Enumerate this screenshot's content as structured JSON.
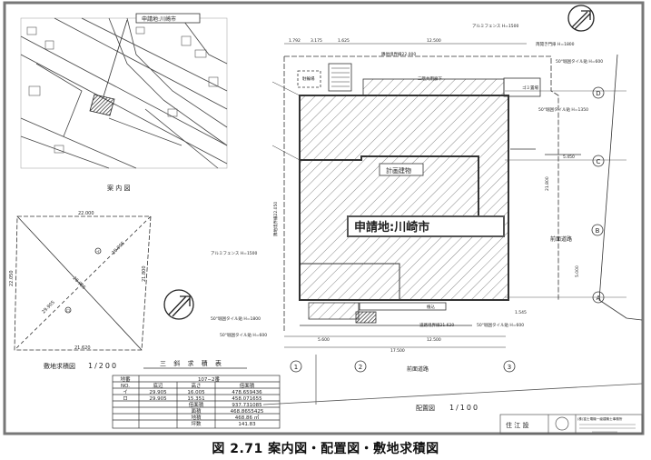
{
  "caption": "図 2.71 案内図・配置図・敷地求積図",
  "guide_map": {
    "site_label": "申請地:川崎市",
    "title": "案 内 図"
  },
  "site_area_drawing": {
    "title": "敷地求積図",
    "scale": "1/200",
    "dims": {
      "top": "22.000",
      "bottom": "21.620",
      "left": "22.050",
      "right": "21.800",
      "diag1": "28.905",
      "diag2": "29.905"
    },
    "markers": [
      "イ",
      "ロ"
    ]
  },
  "area_table": {
    "title": "三 斜 求 積 表",
    "lot_label": "地番",
    "lot_value": "107−2番",
    "headers": [
      "NO.",
      "底辺",
      "高さ",
      "倍面積"
    ],
    "rows": [
      [
        "イ",
        "29.905",
        "16.005",
        "478.659436"
      ],
      [
        "ロ",
        "29.905",
        "15.351",
        "458.071655"
      ]
    ],
    "totals": [
      {
        "label": "倍面積",
        "value": "937.731085"
      },
      {
        "label": "面積",
        "value": "468.8655425"
      },
      {
        "label": "地積",
        "value": "468.86 ㎡"
      },
      {
        "label": "坪数",
        "value": "141.83"
      }
    ]
  },
  "site_plan": {
    "title": "配置図",
    "scale": "1/100",
    "applicant_label": "申請地:川崎市",
    "building_label": "計画建物",
    "road_label": "前面道路",
    "notes": {
      "fence": "アルミフェンス H=1500",
      "fence_left": "アルミフェンス H=1500",
      "neighbor_boundary": "隣地境界線22.000",
      "gate": "両開き門扉 H=1800",
      "tile1": "50°堀囲タイル貼 H=600",
      "tile2": "50°堀囲タイル貼 H=1350",
      "tile3": "50°堀囲タイル貼 H=1800",
      "tile4": "50°堀囲タイル貼 H=600",
      "tile5": "50°堀囲タイル貼 H=600",
      "road_boundary": "道路境界線21.620",
      "left_boundary": "隣地境界線22.050",
      "garbage": "ゴミ置場",
      "bike": "駐輪場",
      "planting": "植込",
      "second_floor": "二階共用廊下"
    },
    "dims": {
      "d1": "1.792",
      "d2": "3.175",
      "d3": "1.625",
      "d4": "12.500",
      "b1": "5.600",
      "b2": "12.500",
      "b3": "17.500",
      "r1": "5.450",
      "r2": "21.800",
      "r3": "5.000",
      "r4": "1.545"
    },
    "grid_numbers": [
      "1",
      "2",
      "3"
    ],
    "grid_letters": [
      "D",
      "C",
      "B",
      "A"
    ]
  },
  "stamp": {
    "seal_text": "住 江 設",
    "office": "(株)富士電機一級建築士事務所"
  }
}
